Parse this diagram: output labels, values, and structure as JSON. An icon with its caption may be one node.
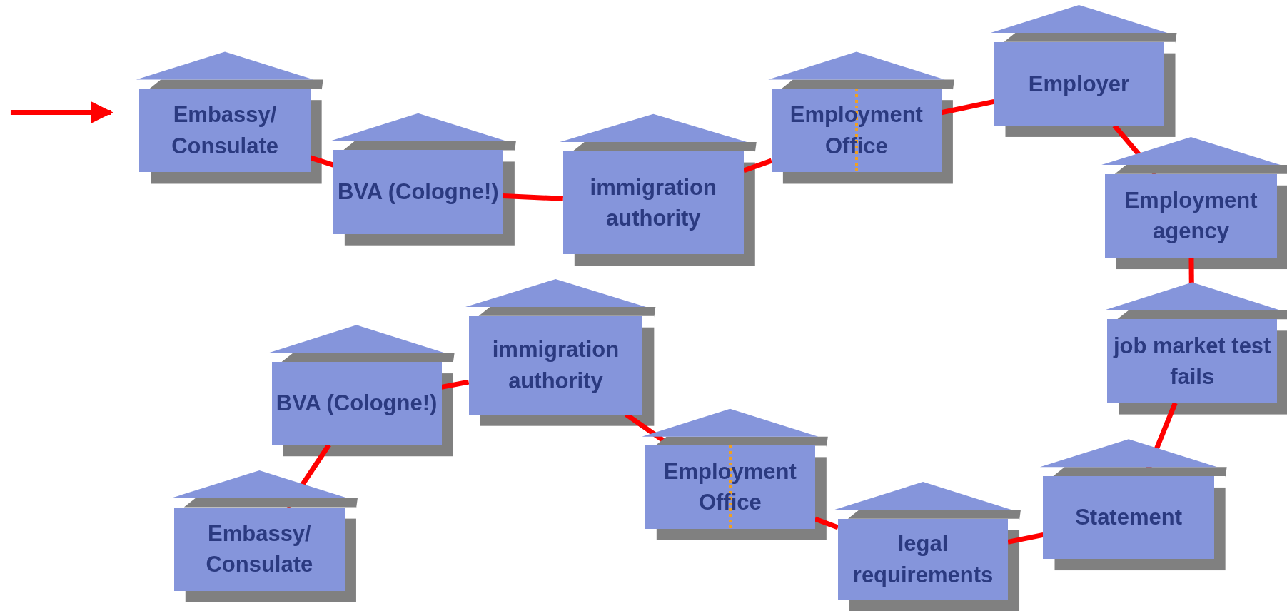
{
  "diagram": {
    "nodes": [
      {
        "text": [
          "Embassy/ Consulate"
        ]
      },
      {
        "text": [
          "BVA (Cologne!)"
        ]
      },
      {
        "text": [
          "immigration authority"
        ]
      },
      {
        "text": [
          "Employment Office"
        ]
      },
      {
        "text": [
          "Employer"
        ]
      },
      {
        "text": [
          "Employment agency"
        ]
      },
      {
        "text": [
          "job market test fails"
        ]
      },
      {
        "text": [
          "Statement"
        ]
      },
      {
        "text": [
          "legal requirements"
        ]
      },
      {
        "text": [
          "Employment Office"
        ]
      },
      {
        "text": [
          "immigration authority"
        ]
      },
      {
        "text": [
          "BVA (Cologne!)"
        ]
      },
      {
        "text": [
          "Embassy/ Consulate"
        ]
      }
    ],
    "edges": [
      {
        "from": null,
        "to": 0,
        "arrow": "to"
      },
      {
        "from": 0,
        "to": 1,
        "arrow": "none"
      },
      {
        "from": 1,
        "to": 2,
        "arrow": "none"
      },
      {
        "from": 2,
        "to": 3,
        "arrow": "none"
      },
      {
        "from": 3,
        "to": 4,
        "arrow": "none"
      },
      {
        "from": 4,
        "to": 5,
        "arrow": "none"
      },
      {
        "from": 5,
        "to": 6,
        "arrow": "none"
      },
      {
        "from": 6,
        "to": 7,
        "arrow": "none"
      },
      {
        "from": 7,
        "to": 8,
        "arrow": "none"
      },
      {
        "from": 8,
        "to": 9,
        "arrow": "none"
      },
      {
        "from": 9,
        "to": 10,
        "arrow": "none"
      },
      {
        "from": 10,
        "to": 11,
        "arrow": "none"
      },
      {
        "from": 11,
        "to": 12,
        "arrow": "none"
      }
    ]
  }
}
